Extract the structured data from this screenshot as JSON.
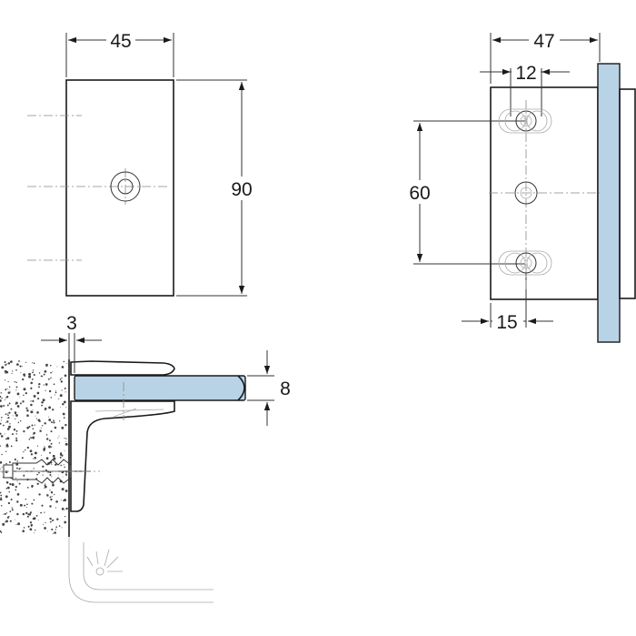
{
  "dimensions": {
    "front_width": "45",
    "front_height": "90",
    "side_depth": "47",
    "slot_width": "12",
    "hole_spacing": "60",
    "slot_offset": "15",
    "wall_gap": "3",
    "glass_thickness": "8"
  },
  "colors": {
    "line": "#1a1a1a",
    "glass": "#b9d3e6",
    "wall_speckle": "#444444"
  },
  "icons": {
    "arrow": "arrowhead",
    "screw": "screw-hole-icon",
    "anchor": "wall-anchor-icon"
  }
}
